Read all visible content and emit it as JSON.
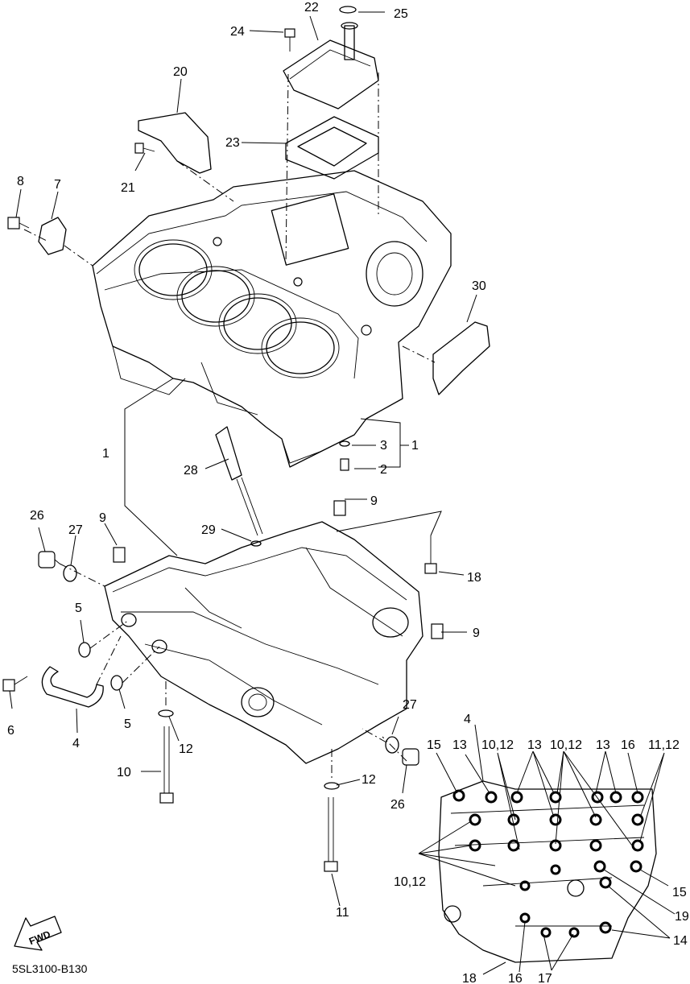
{
  "diagram_code": "5SL3100-B130",
  "fwd_label": "FWD",
  "callouts": {
    "c1a": "1",
    "c1b": "1",
    "c2": "2",
    "c3": "3",
    "c4a": "4",
    "c4b": "4",
    "c5a": "5",
    "c5b": "5",
    "c6": "6",
    "c7": "7",
    "c8": "8",
    "c9a": "9",
    "c9b": "9",
    "c9c": "9",
    "c10": "10",
    "c11": "11",
    "c12a": "12",
    "c12b": "12",
    "c18a": "18",
    "c18b": "18",
    "c20": "20",
    "c21": "21",
    "c22": "22",
    "c23": "23",
    "c24": "24",
    "c25": "25",
    "c26a": "26",
    "c26b": "26",
    "c27a": "27",
    "c27b": "27",
    "c28": "28",
    "c29": "29",
    "c30": "30",
    "c15a": "15",
    "c15b": "15",
    "c13a": "13",
    "c13b": "13",
    "c13c": "13",
    "c1012a": "10,12",
    "c1012b": "10,12",
    "c1012c": "10,12",
    "c16a": "16",
    "c16b": "16",
    "c1112": "11,12",
    "c19": "19",
    "c14": "14",
    "c17": "17"
  }
}
